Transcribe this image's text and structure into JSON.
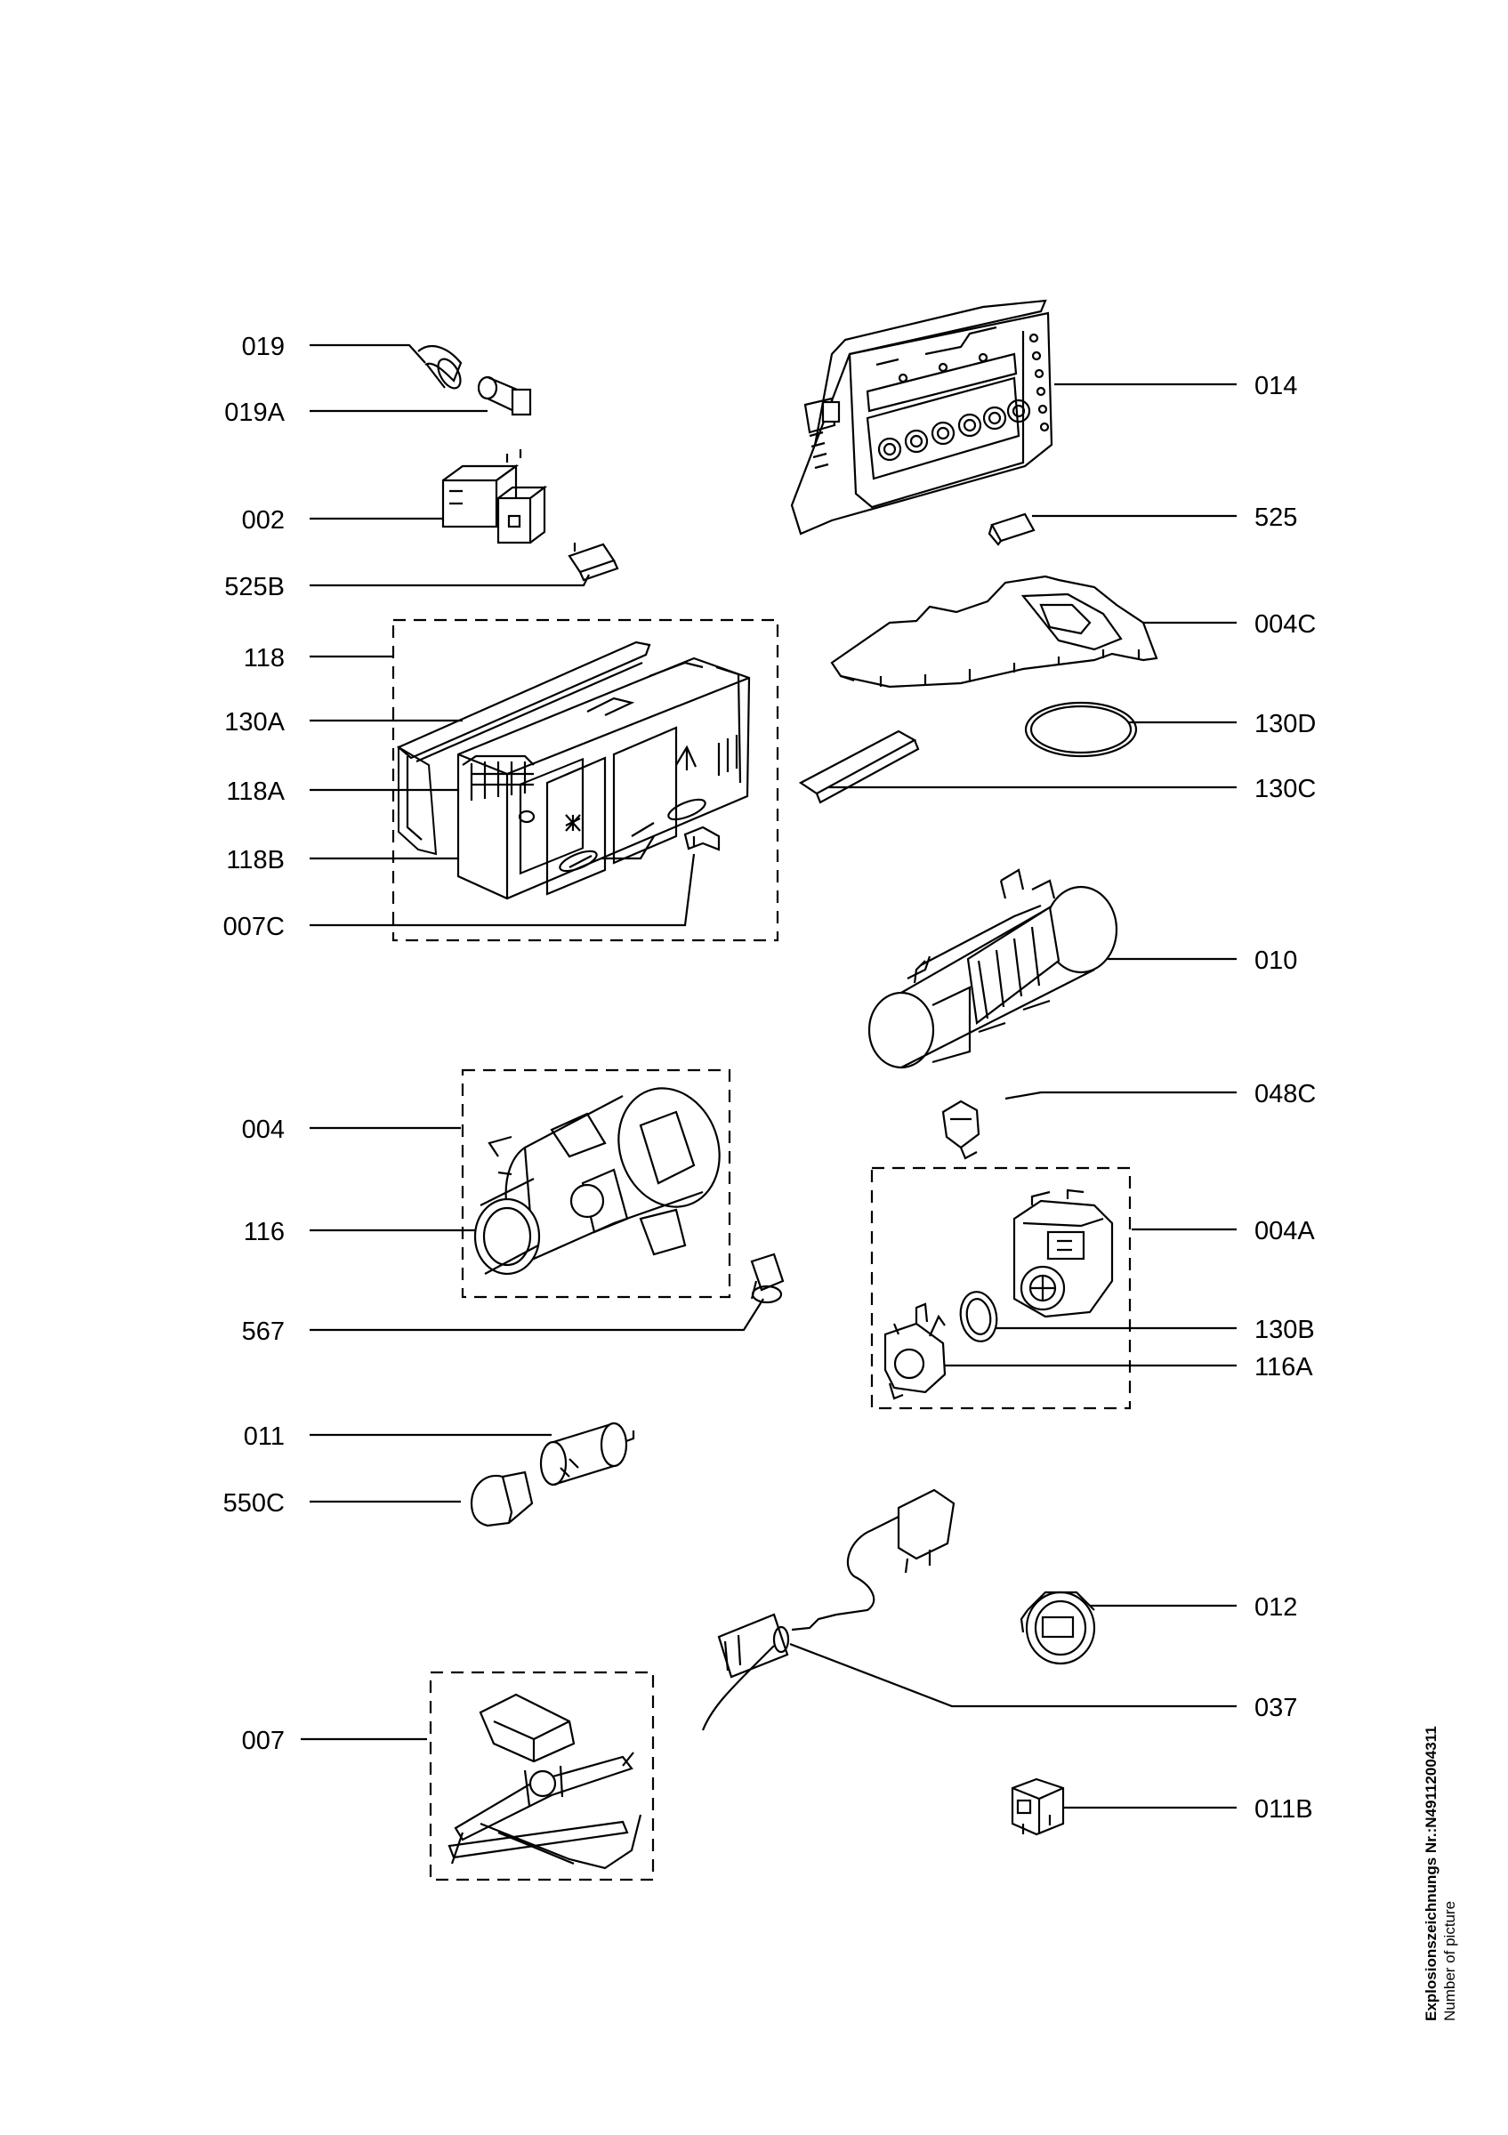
{
  "labels": {
    "l019": "019",
    "l019A": "019A",
    "l002": "002",
    "l525B": "525B",
    "l118": "118",
    "l130A": "130A",
    "l118A": "118A",
    "l118B": "118B",
    "l007C": "007C",
    "l004": "004",
    "l116": "116",
    "l567": "567",
    "l011": "011",
    "l550C": "550C",
    "l007": "007",
    "r014": "014",
    "r525": "525",
    "r004C": "004C",
    "r130D": "130D",
    "r130C": "130C",
    "r010": "010",
    "r048C": "048C",
    "r004A": "004A",
    "r130B": "130B",
    "r116A": "116A",
    "r012": "012",
    "r037": "037",
    "r011B": "011B"
  },
  "footer": {
    "drawing_number": "Explosionszeichnungs Nr.:N49112004311",
    "number_caption": "Number of picture"
  },
  "colors": {
    "ink": "#000000",
    "paper": "#ffffff",
    "shade": "#d9d9d9"
  }
}
